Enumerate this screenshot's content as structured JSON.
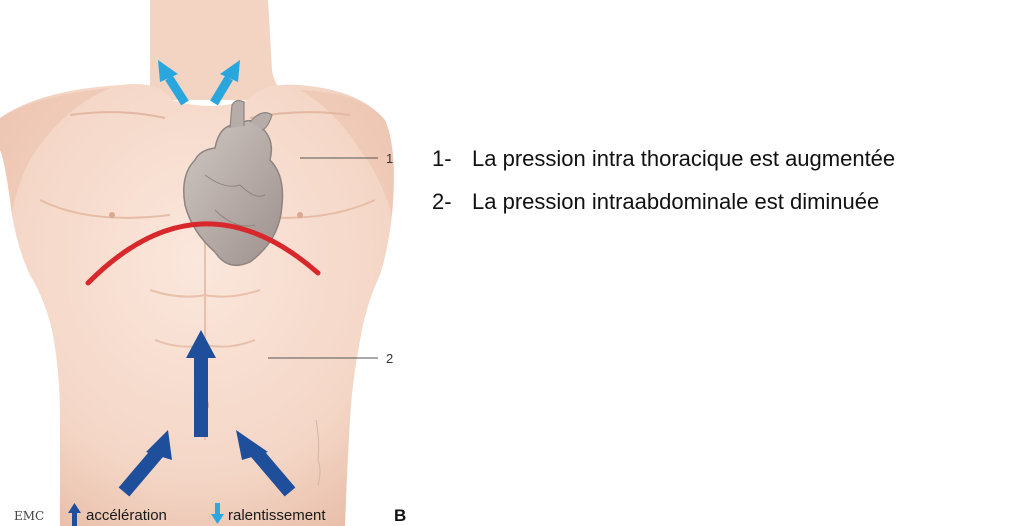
{
  "diagram": {
    "callout_labels": [
      "1",
      "2"
    ],
    "legend": {
      "up_label": "accélération",
      "down_label": "ralentissement",
      "up_color": "#1f4e9a",
      "down_color": "#2ba8e0"
    },
    "panel_letter": "B",
    "logo_text": "EMC",
    "colors": {
      "skin": "#f6dccd",
      "skin_shade": "#e9c1ad",
      "diaphragm": "#d8282b",
      "large_arrows": "#1f4e9a",
      "neck_arrows": "#2aa6df",
      "heart": "#b9aeaa"
    }
  },
  "captions": [
    {
      "number": "1-",
      "text": "La pression intra thoracique est augmentée"
    },
    {
      "number": "2-",
      "text": "La pression intraabdominale est diminuée"
    }
  ]
}
